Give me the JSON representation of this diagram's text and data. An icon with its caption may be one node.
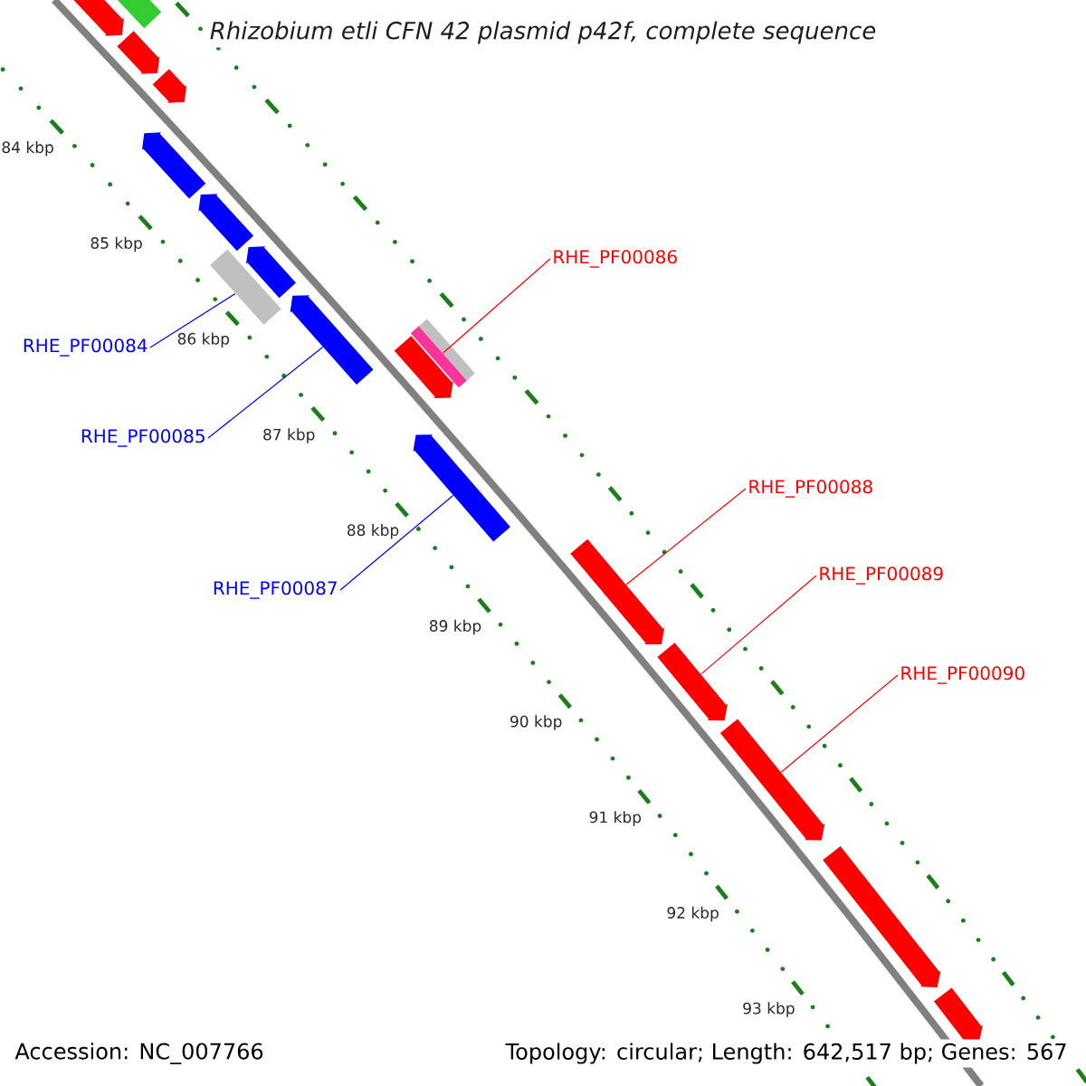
{
  "diagram": {
    "title": "Rhizobium etli CFN 42 plasmid p42f, complete sequence",
    "nodes": [
      {
        "text": [],
        "shape": "arrow"
      },
      {
        "text": [],
        "shape": "box"
      },
      {
        "text": [],
        "shape": "arrow"
      },
      {
        "text": [],
        "shape": "arrow"
      },
      {
        "text": [],
        "shape": "arrow"
      },
      {
        "text": [],
        "shape": "arrow"
      },
      {
        "text": [],
        "shape": "arrow"
      },
      {
        "text": [],
        "shape": "box"
      },
      {
        "text": [],
        "shape": "arrow"
      },
      {
        "text": [],
        "shape": "arrow"
      },
      {
        "text": [],
        "shape": "bar"
      },
      {
        "text": [],
        "shape": "bar"
      },
      {
        "text": [],
        "shape": "arrow"
      },
      {
        "text": [],
        "shape": "arrow"
      },
      {
        "text": [],
        "shape": "arrow"
      },
      {
        "text": [],
        "shape": "arrow"
      },
      {
        "text": [],
        "shape": "arrow"
      },
      {
        "text": [],
        "shape": "arrow"
      },
      {
        "text": [
          "RHE_PF00084"
        ]
      },
      {
        "text": [
          "RHE_PF00085"
        ]
      },
      {
        "text": [
          "RHE_PF00086"
        ]
      },
      {
        "text": [
          "RHE_PF00087"
        ]
      },
      {
        "text": [
          "RHE_PF00088"
        ]
      },
      {
        "text": [
          "RHE_PF00089"
        ]
      },
      {
        "text": [
          "RHE_PF00090"
        ]
      }
    ],
    "edges": [
      {
        "from": 18,
        "to": 7,
        "arrow": "none",
        "color": "#0000ff"
      },
      {
        "from": 19,
        "to": 8,
        "arrow": "none",
        "color": "#0000ff"
      },
      {
        "from": 20,
        "to": 10,
        "arrow": "none"
      },
      {
        "from": 21,
        "to": 12,
        "arrow": "none",
        "color": "#0000ff"
      },
      {
        "from": 22,
        "to": 13,
        "arrow": "none"
      },
      {
        "from": 23,
        "to": 14,
        "arrow": "none"
      },
      {
        "from": 24,
        "to": 15,
        "arrow": "none"
      }
    ],
    "labels": [
      "84 kbp",
      "85 kbp",
      "86 kbp",
      "87 kbp",
      "88 kbp",
      "89 kbp",
      "90 kbp",
      "91 kbp",
      "92 kbp",
      "93 kbp",
      "Accession: NC_007766",
      "Topology: circular; Length: 642,517 bp; Genes: 567"
    ]
  }
}
